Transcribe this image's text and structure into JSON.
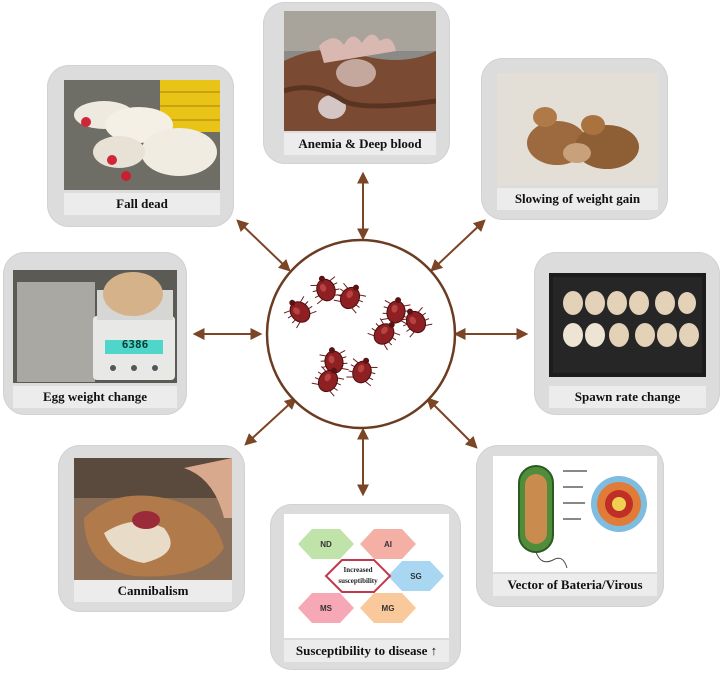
{
  "center": {
    "image": "red-mites-illustration"
  },
  "cards": {
    "anemia": {
      "caption": "Anemia & Deep blood",
      "image": "hen-pale-comb-photo"
    },
    "fall_dead": {
      "caption": "Fall dead",
      "image": "dead-broiler-chickens-photo"
    },
    "weight_gain": {
      "caption": "Slowing of weight gain",
      "image": "stunted-chicks-photo"
    },
    "egg_weight": {
      "caption": "Egg weight change",
      "image": "egg-on-scale-photo",
      "scale_reading": "6386"
    },
    "spawn_rate": {
      "caption": "Spawn rate change",
      "image": "egg-tray-photo"
    },
    "cannibalism": {
      "caption": "Cannibalism",
      "image": "pecked-hen-photo"
    },
    "vector": {
      "caption": "Vector of Bateria/Virous",
      "image": "bacteria-virus-diagram"
    },
    "susceptibility": {
      "caption": "Susceptibility to disease ↑",
      "hexagons": [
        "ND",
        "AI",
        "SG",
        "MS",
        "MG"
      ],
      "center_label_line1": "Increased",
      "center_label_line2": "susceptibility"
    }
  },
  "colors": {
    "arrow": "#7b4526",
    "circle": "#6b3b22",
    "card_bg": "#dcdcdc",
    "caption_bg": "#ececec",
    "hex_green": "#bfe3a8",
    "hex_red": "#f5b0a6",
    "hex_blue": "#a9d6f0",
    "hex_pink": "#f7a8b6",
    "hex_orange": "#f9c99b",
    "hex_center_border": "#c0394b"
  }
}
